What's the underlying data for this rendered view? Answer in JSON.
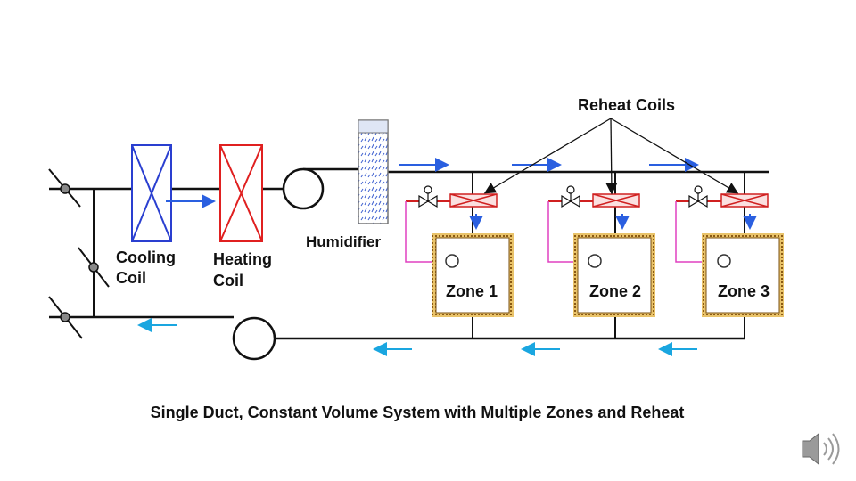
{
  "diagram": {
    "callout": "Reheat Coils",
    "cooling_coil": [
      "Cooling",
      "Coil"
    ],
    "heating_coil": [
      "Heating",
      "Coil"
    ],
    "humidifier": "Humidifier",
    "zones": [
      "Zone 1",
      "Zone 2",
      "Zone 3"
    ],
    "caption": "Single Duct, Constant Volume System with Multiple Zones and Reheat"
  },
  "colors": {
    "duct": "#111111",
    "cooling_coil": "#2a3fd0",
    "heating_coil": "#e02020",
    "airflow_supply": "#2a5fe0",
    "airflow_return": "#1aa6e0",
    "control_line": "#e040c0",
    "zone_border": "#a57a2a",
    "reheat_valve": "#d02020"
  },
  "icons": [
    "speaker-icon"
  ]
}
